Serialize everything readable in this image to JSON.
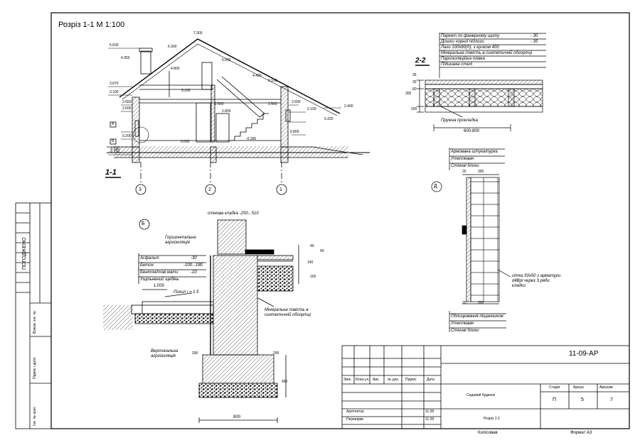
{
  "drawing_title": "Розріз 1-1 М 1:100",
  "section_label": "1-1",
  "axes": [
    "3",
    "2",
    "1"
  ],
  "levels_left": [
    "5.500",
    "4.350",
    "3.870",
    "3.100",
    "2.650",
    "2.600",
    "0.200",
    "-0.600",
    "-0.700"
  ],
  "levels_mid": [
    "7.300",
    "6.300",
    "5.500",
    "4.800",
    "4.400",
    "3.100",
    "3.100",
    "2.500",
    "2.500",
    "2.800",
    "0.000",
    "-0.200"
  ],
  "levels_right": [
    "2.650",
    "2.400",
    "2.100",
    "0.800",
    "0.320"
  ],
  "markers": {
    "a": "А",
    "b": "Б",
    "v": "В",
    "d": "Д"
  },
  "section_22": {
    "label": "2-2",
    "layers": [
      {
        "text": "Паркет по фанерному щиту",
        "val": "- 30"
      },
      {
        "text": "Дошки чорної підлоги",
        "val": "- 35"
      },
      {
        "text": "Лаги 100х60(h), з кроком 400",
        "val": ""
      },
      {
        "text": "Мінеральна повість в синтетичній обгортці",
        "val": ""
      },
      {
        "text": "Пароізоляційна плівка",
        "val": ""
      },
      {
        "text": "Підшивка стелі",
        "val": ""
      }
    ],
    "dims_left": [
      "300",
      "35",
      "30",
      "60",
      "200"
    ],
    "spring": "Пружна прокладка",
    "span": "600-800"
  },
  "wall_d": {
    "top_layers": [
      "Армована штукатурка",
      "Утеплювач",
      "Стінові блоки"
    ],
    "dims_top": [
      "20",
      "300"
    ],
    "dims_bottom": [
      "20",
      "300"
    ],
    "mesh_note": "сітка 50х50 з арматури d4Вpl через 3 ряди кладки",
    "bottom_layers": [
      "Облицювання піщанником",
      "Утеплювач",
      "Стінові блоки"
    ]
  },
  "node_b": {
    "wall_label": "стінова кладка -250...510",
    "horiz_insulation": "Горизонтальна агроізоляція",
    "layers": [
      {
        "text": "Асфальт",
        "val": "-30"
      },
      {
        "text": "Бетон",
        "val": "-100...180"
      },
      {
        "text": "Бентонітові мати",
        "val": "-10"
      },
      {
        "text": "Ущільнений щебінь",
        "val": ""
      }
    ],
    "level": "1.000",
    "slope": "Похил і = 1:5",
    "mineral": "Мінеральна повість в синтетичній обгортці",
    "vertical_insulation": "Вертикальна агроізоляція",
    "dims": [
      "40",
      "60",
      "140",
      "100",
      "200",
      "200",
      "400",
      "900"
    ]
  },
  "side_labels": {
    "approved": "ПОГОДЖЕНО",
    "sign_date": "Підпис і дата",
    "inv_orig": "Інв. № ориг.",
    "inv_replace": "Взаєм. інв. №"
  },
  "title_block": {
    "code": "11-09-АР",
    "headers": [
      "Змін.",
      "Кільк.уч.",
      "Арк.",
      "№ док.",
      "Підпис",
      "Дата"
    ],
    "project": "Садовий будинок",
    "stage_header": "Стадія",
    "sheet_header": "Аркуш",
    "sheets_header": "Аркушів",
    "stage": "П",
    "sheet": "5",
    "sheets": "7",
    "roles": [
      {
        "role": "Архітектор",
        "date": "11.09"
      },
      {
        "role": "Перевірив",
        "date": "11.09"
      }
    ],
    "sheet_title": "Розріз 1-1",
    "author": "Колісовав",
    "format": "Формат А3"
  }
}
